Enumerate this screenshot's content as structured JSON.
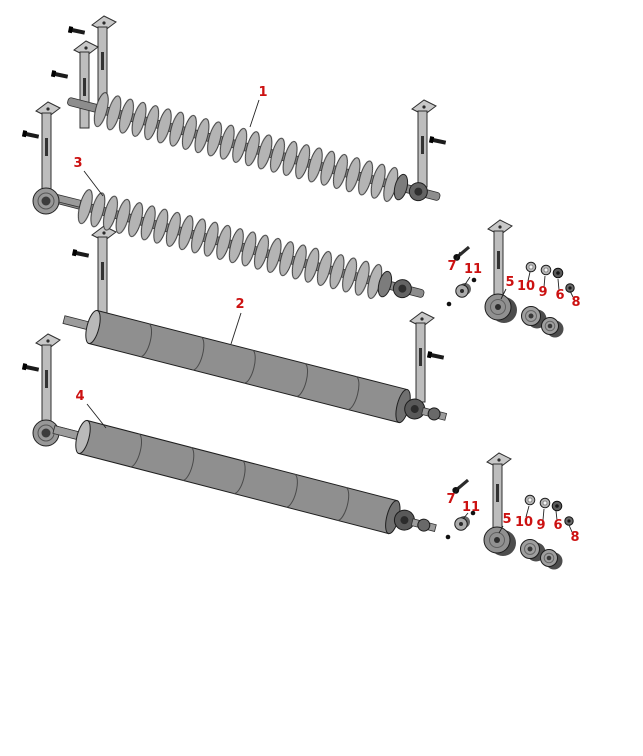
{
  "diagram": {
    "type": "exploded-parts-diagram",
    "colors": {
      "label": "#cc1111",
      "background": "#ffffff",
      "part_light": "#b4b4b4",
      "part_mid": "#8f8f8f",
      "part_dark": "#4f4f4f",
      "outline": "#1f1f1f"
    },
    "callouts": [
      {
        "id": "roller-grooved-rear",
        "num": "1"
      },
      {
        "id": "roller-grooved-front",
        "num": "3"
      },
      {
        "id": "roller-smooth-rear",
        "num": "2"
      },
      {
        "id": "roller-smooth-front",
        "num": "4"
      },
      {
        "id": "bolt-upper",
        "num": "7"
      },
      {
        "id": "spacer-upper",
        "num": "11"
      },
      {
        "id": "hub-upper",
        "num": "5"
      },
      {
        "id": "washer-upper",
        "num": "10"
      },
      {
        "id": "washer2-upper",
        "num": "9"
      },
      {
        "id": "bearing-upper",
        "num": "6"
      },
      {
        "id": "nut-upper",
        "num": "8"
      },
      {
        "id": "bolt-lower",
        "num": "7"
      },
      {
        "id": "spacer-lower",
        "num": "11"
      },
      {
        "id": "hub-lower",
        "num": "5"
      },
      {
        "id": "washer-lower",
        "num": "10"
      },
      {
        "id": "washer2-lower",
        "num": "9"
      },
      {
        "id": "bearing-lower",
        "num": "6"
      },
      {
        "id": "nut-lower",
        "num": "8"
      }
    ]
  }
}
